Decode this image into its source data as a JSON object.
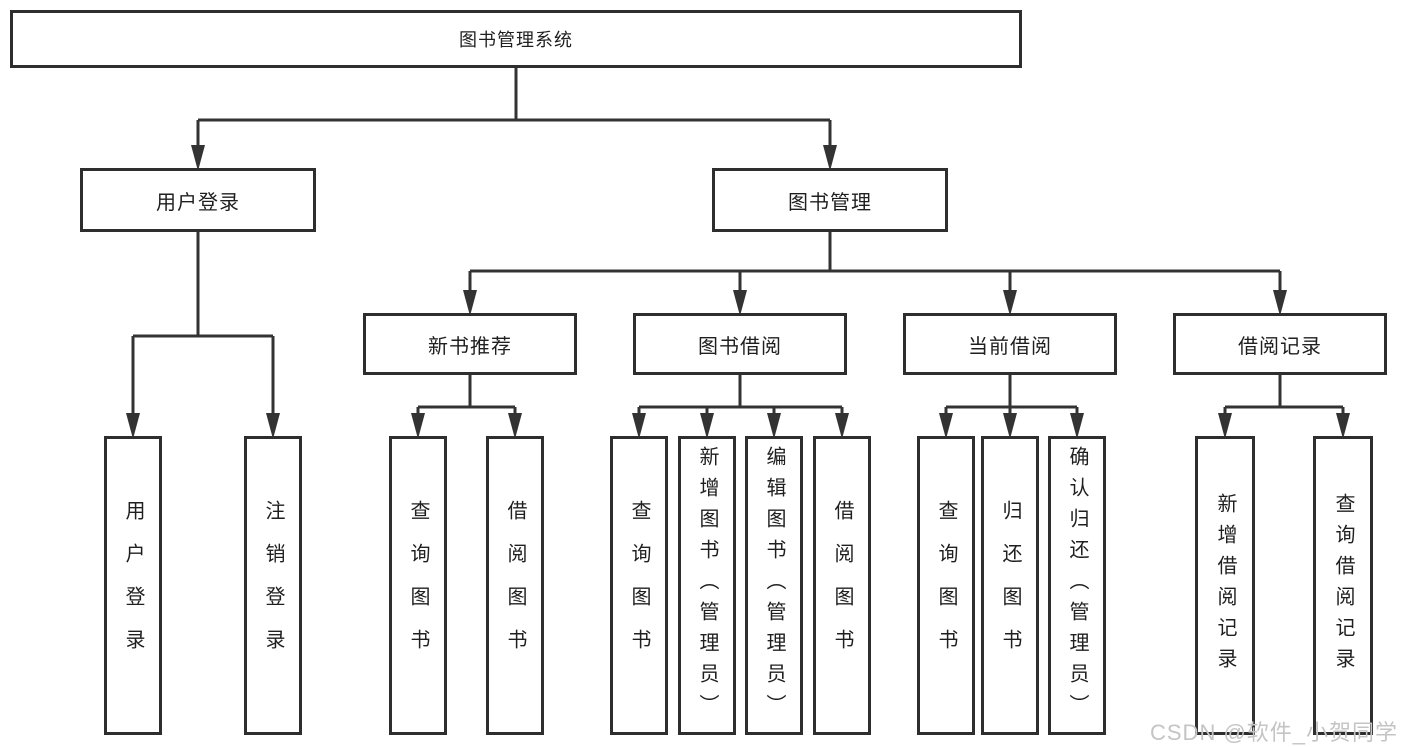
{
  "diagram": {
    "root": {
      "label": "图书管理系统"
    },
    "level2": {
      "user_login": {
        "label": "用户登录"
      },
      "book_management": {
        "label": "图书管理"
      }
    },
    "level3": {
      "new_book_recommend": {
        "label": "新书推荐"
      },
      "book_borrowing": {
        "label": "图书借阅"
      },
      "current_borrowing": {
        "label": "当前借阅"
      },
      "borrowing_records": {
        "label": "借阅记录"
      }
    },
    "leaves": {
      "user_login": [
        "用户登录",
        "注销登录"
      ],
      "new_book_recommend": [
        "查询图书",
        "借阅图书"
      ],
      "book_borrowing": [
        "查询图书",
        "新增图书（管理员）",
        "编辑图书（管理员）",
        "借阅图书"
      ],
      "current_borrowing": [
        "查询图书",
        "归还图书",
        "确认归还（管理员）"
      ],
      "borrowing_records": [
        "新增借阅记录",
        "查询借阅记录"
      ]
    }
  },
  "watermark": "CSDN @软件_小贺同学",
  "colors": {
    "line": "#333333",
    "box_border": "#2e2e2e",
    "text": "#1f1f1f",
    "watermark": "#c4c4c4",
    "background": "#ffffff"
  }
}
